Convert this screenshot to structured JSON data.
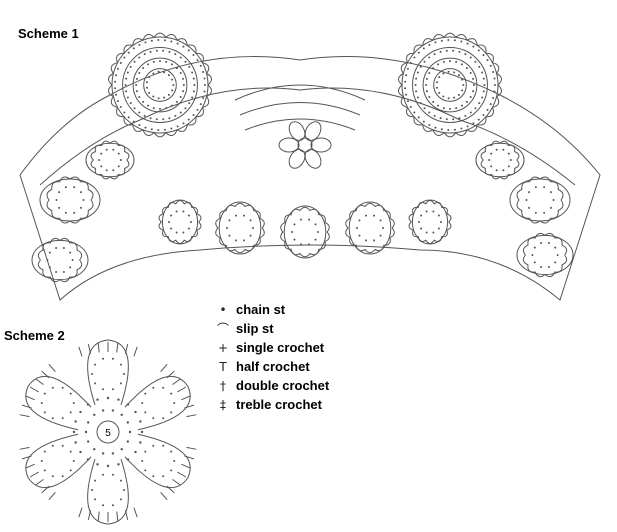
{
  "schemes": {
    "scheme1_title": "Scheme 1",
    "scheme2_title": "Scheme 2",
    "center_label": "5"
  },
  "legend": [
    {
      "symbol": "•",
      "label": "chain st"
    },
    {
      "symbol": "⌒",
      "label": "slip st"
    },
    {
      "symbol": "+",
      "label": "single crochet"
    },
    {
      "symbol": "T",
      "label": "half crochet"
    },
    {
      "symbol": "†",
      "label": "double crochet"
    },
    {
      "symbol": "‡",
      "label": "treble crochet"
    }
  ],
  "colors": {
    "line": "#555555",
    "text": "#000000"
  }
}
